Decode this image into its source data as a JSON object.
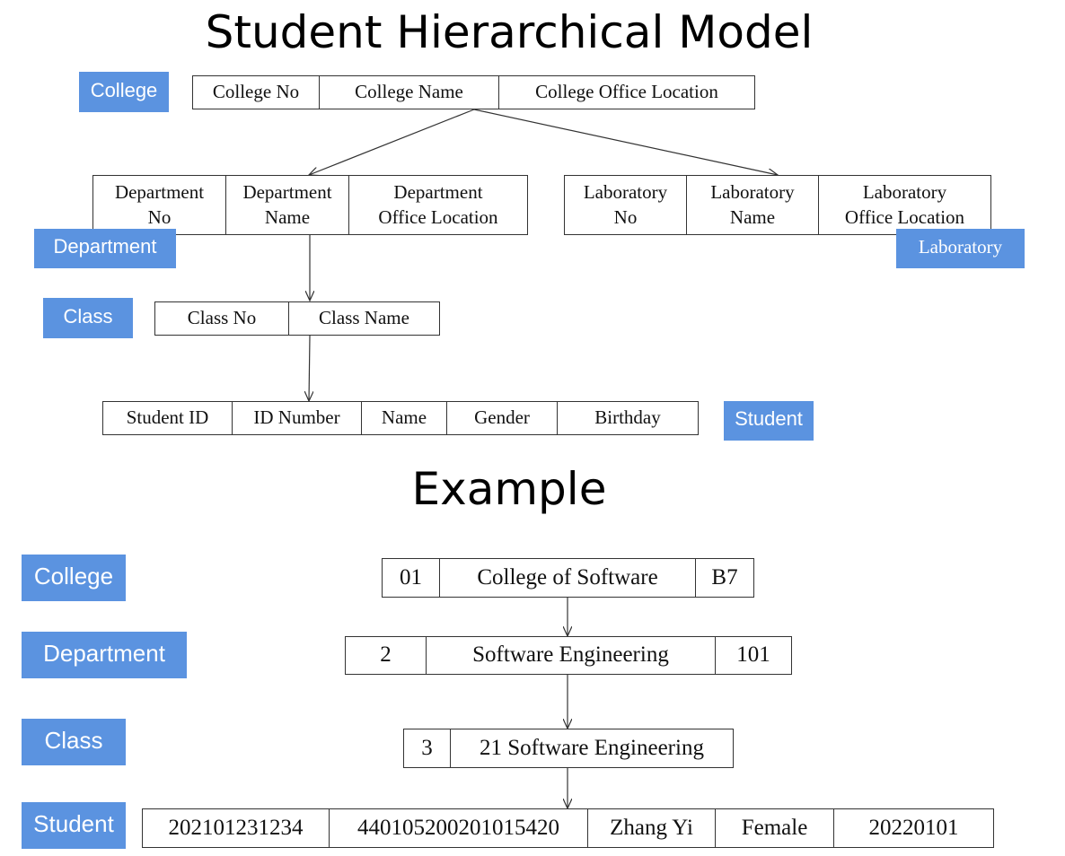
{
  "model_title": "Student Hierarchical Model",
  "example_title": "Example",
  "model": {
    "college": {
      "tag": "College",
      "fields": [
        "College No",
        "College Name",
        "College Office Location"
      ]
    },
    "department": {
      "tag": "Department",
      "fields": [
        "Department\nNo",
        "Department\nName",
        "Department\nOffice Location"
      ]
    },
    "laboratory": {
      "tag": "Laboratory",
      "fields": [
        "Laboratory\nNo",
        "Laboratory\nName",
        "Laboratory\nOffice Location"
      ]
    },
    "class": {
      "tag": "Class",
      "fields": [
        "Class No",
        "Class Name"
      ]
    },
    "student": {
      "tag": "Student",
      "fields": [
        "Student ID",
        "ID Number",
        "Name",
        "Gender",
        "Birthday"
      ]
    }
  },
  "example": {
    "college": {
      "tag": "College",
      "values": [
        "01",
        "College of Software",
        "B7"
      ]
    },
    "department": {
      "tag": "Department",
      "values": [
        "2",
        "Software Engineering",
        "101"
      ]
    },
    "class": {
      "tag": "Class",
      "values": [
        "3",
        "21 Software Engineering"
      ]
    },
    "student": {
      "tag": "Student",
      "values": [
        "202101231234",
        "440105200201015420",
        "Zhang Yi",
        "Female",
        "20220101"
      ]
    }
  },
  "colors": {
    "tag_fill": "#5b93e0",
    "tag_text": "#ffffff",
    "line": "#333333"
  }
}
